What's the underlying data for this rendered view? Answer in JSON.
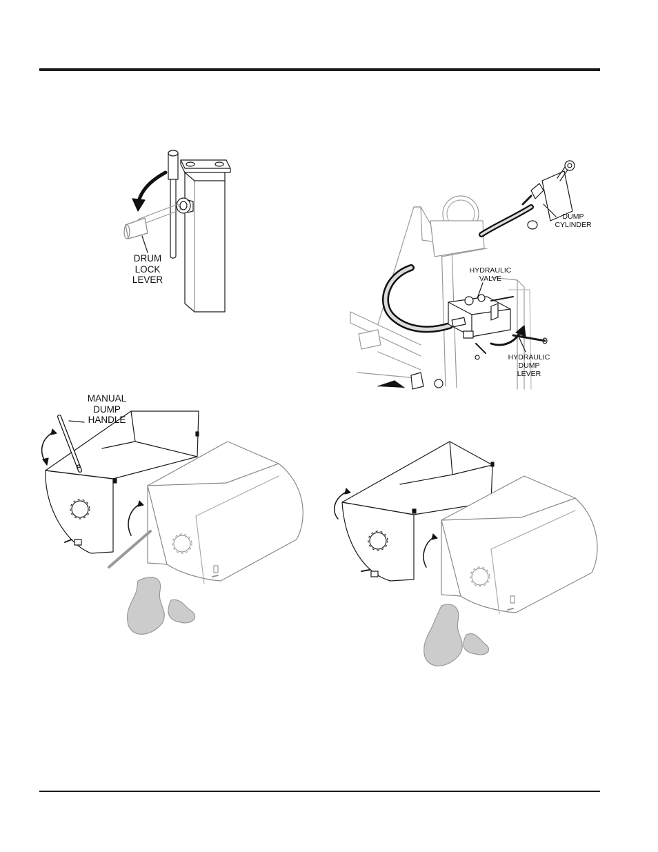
{
  "figure_drum_lock": {
    "label_lines": [
      "DRUM",
      "LOCK",
      "LEVER"
    ]
  },
  "figure_hydraulic": {
    "dump_cylinder_lines": [
      "DUMP",
      "CYLINDER"
    ],
    "hydraulic_valve_lines": [
      "HYDRAULIC",
      "VALVE"
    ],
    "dump_lever_lines": [
      "HYDRAULIC",
      "DUMP",
      "LEVER"
    ]
  },
  "figure_manual_dump": {
    "handle_lines": [
      "MANUAL",
      "DUMP",
      "HANDLE"
    ]
  }
}
